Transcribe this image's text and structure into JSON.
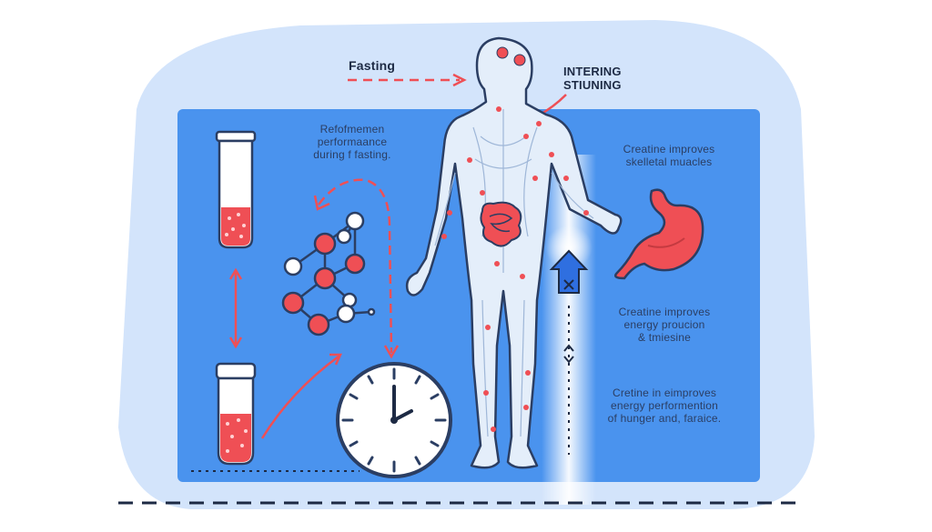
{
  "colors": {
    "outer_glow": "#cfe1fb",
    "panel": "#4a93ee",
    "accent_red": "#ef4f55",
    "outline": "#2b3e63",
    "body_fill": "#e4eefa"
  },
  "labels": {
    "fasting": "Fasting",
    "intering_line1": "Intering",
    "intering_line2": "stiuning",
    "perf_line1": "Refofmemen",
    "perf_line2": "performaance",
    "perf_line3": "during f fasting.",
    "muscles_line1": "Creatine improves",
    "muscles_line2": "skelletal muacles",
    "energy_line1": "Creatine improves",
    "energy_line2": "energy proucion",
    "energy_line3": "& tmiesine",
    "hunger_line1": "Cretine in eimproves",
    "hunger_line2": "energy performention",
    "hunger_line3": "of hunger and, faraice."
  },
  "icons": [
    "test-tube-icon",
    "jar-icon",
    "molecule-icon",
    "clock-icon",
    "human-body-icon",
    "stomach-icon",
    "up-arrow-icon"
  ]
}
